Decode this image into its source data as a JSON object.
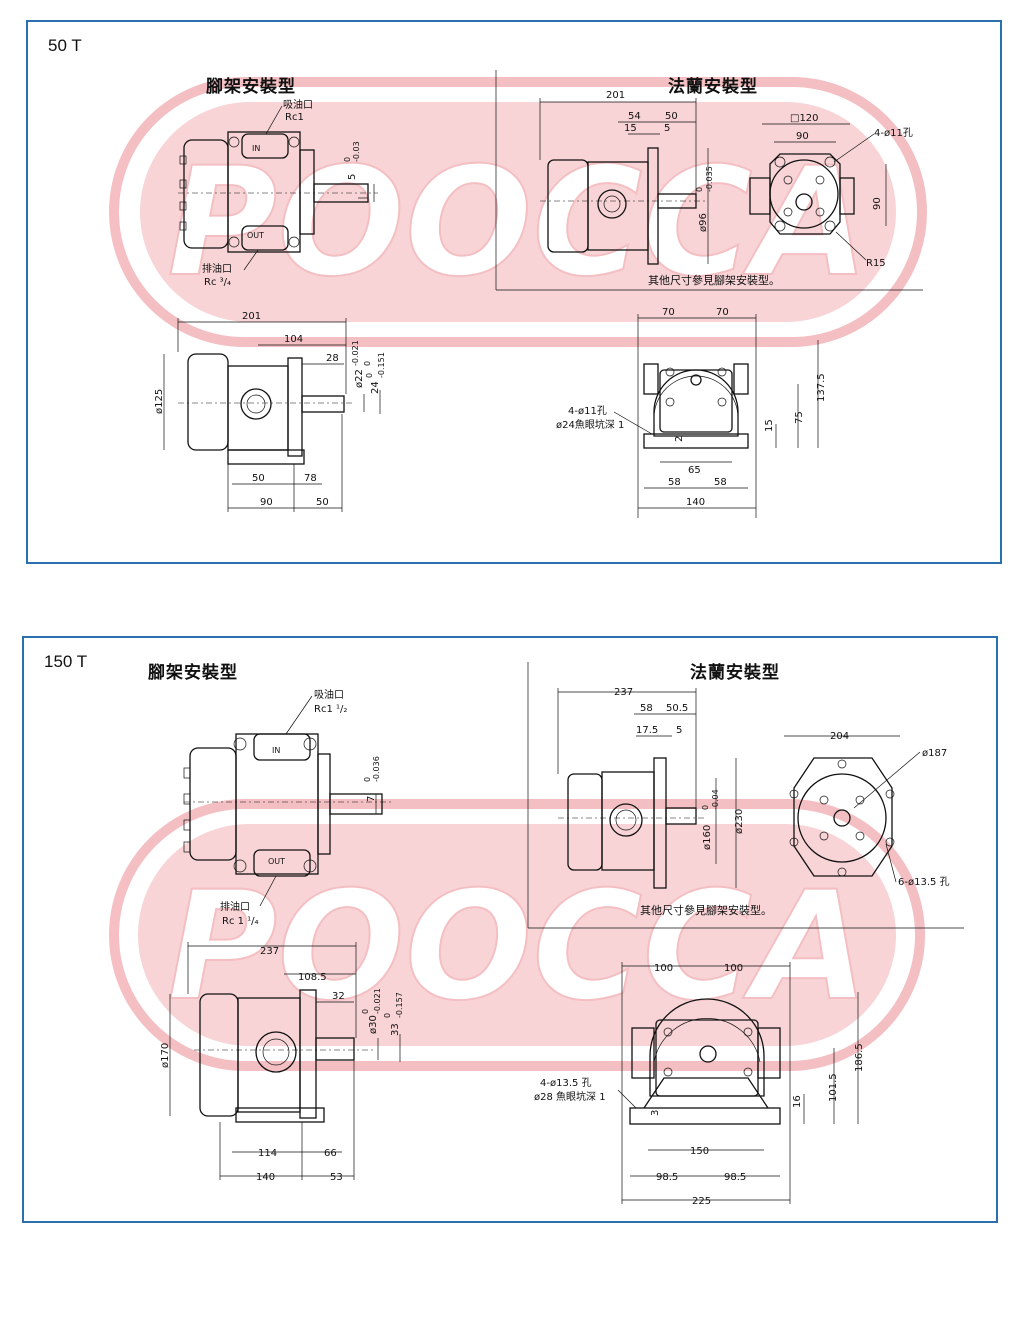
{
  "watermark": {
    "text": "POOCCA",
    "color": "#f7cdd0"
  },
  "accent_color": "#2c6fae",
  "panels": [
    {
      "label": "50 T",
      "foot_heading": "腳架安裝型",
      "flange_heading": "法蘭安裝型",
      "flange_note": "其他尺寸參見腳架安裝型。",
      "suction_label": "吸油口",
      "suction_size": "Rc1",
      "discharge_label": "排油口",
      "discharge_size": "Rc ³/₄",
      "in_mark": "IN",
      "out_mark": "OUT",
      "key_tol": {
        "nom": "5",
        "up": "0",
        "lo": "-0.03"
      },
      "flange_side": {
        "d201": "201",
        "d54": "54",
        "d50": "50",
        "d15": "15",
        "d5": "5",
        "pilot": "ø96",
        "pilot_up": "0",
        "pilot_lo": "-0.035"
      },
      "flange_front": {
        "sq": "□120",
        "w90": "90",
        "h90": "90",
        "holes": "4-ø11孔",
        "radius": "R15"
      },
      "foot_side": {
        "d201": "201",
        "d104": "104",
        "d28": "28",
        "body": "ø125",
        "shaft": "ø22",
        "shaft_up": "0",
        "shaft_lo": "-0.021",
        "key_h": "24",
        "key_up": "0",
        "key_lo": "-0.151",
        "d50": "50",
        "d78": "78",
        "d90": "90",
        "d50b": "50"
      },
      "foot_end": {
        "d70a": "70",
        "d70b": "70",
        "h1375": "137.5",
        "h75": "75",
        "h15": "15",
        "d2": "2",
        "d65": "65",
        "d58a": "58",
        "d58b": "58",
        "d140": "140",
        "holes": "4-ø11孔",
        "spotface": "ø24魚眼坑深 1"
      }
    },
    {
      "label": "150 T",
      "foot_heading": "腳架安裝型",
      "flange_heading": "法蘭安裝型",
      "flange_note": "其他尺寸參見腳架安裝型。",
      "suction_label": "吸油口",
      "suction_size": "Rc1 ¹/₂",
      "discharge_label": "排油口",
      "discharge_size": "Rc 1 ¹/₄",
      "in_mark": "IN",
      "out_mark": "OUT",
      "key_tol": {
        "nom": "7",
        "up": "0",
        "lo": "-0.036"
      },
      "flange_side": {
        "d237": "237",
        "d58": "58",
        "d505": "50.5",
        "d175": "17.5",
        "d5": "5",
        "pilot": "ø160",
        "pilot_up": "0",
        "pilot_lo": "-0.04",
        "outer": "ø230"
      },
      "flange_front": {
        "w204": "204",
        "pcd": "ø187",
        "holes": "6-ø13.5 孔"
      },
      "foot_side": {
        "d237": "237",
        "d1085": "108.5",
        "d32": "32",
        "body": "ø170",
        "shaft": "ø30",
        "shaft_up": "0",
        "shaft_lo": "-0.021",
        "key_h": "33",
        "key_up": "0",
        "key_lo": "-0.157",
        "d114": "114",
        "d66": "66",
        "d140": "140",
        "d53": "53"
      },
      "foot_end": {
        "d100a": "100",
        "d100b": "100",
        "h1865": "186.5",
        "h1015": "101.5",
        "h16": "16",
        "d3": "3",
        "d150": "150",
        "d985a": "98.5",
        "d985b": "98.5",
        "d225": "225",
        "holes": "4-ø13.5 孔",
        "spotface": "ø28 魚眼坑深 1"
      }
    }
  ]
}
